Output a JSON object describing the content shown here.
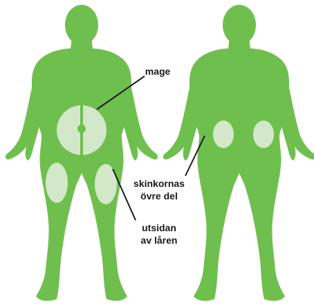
{
  "labels": {
    "abdomen": "mage",
    "buttocks_line1": "skinkornas",
    "buttocks_line2": "övre del",
    "thighs_line1": "utsidan",
    "thighs_line2": "av låren"
  },
  "colors": {
    "body": "#6fbf4f",
    "zone": "#d2e8c8",
    "leader_line": "#1a1a1a",
    "text": "#1a1a1a"
  }
}
